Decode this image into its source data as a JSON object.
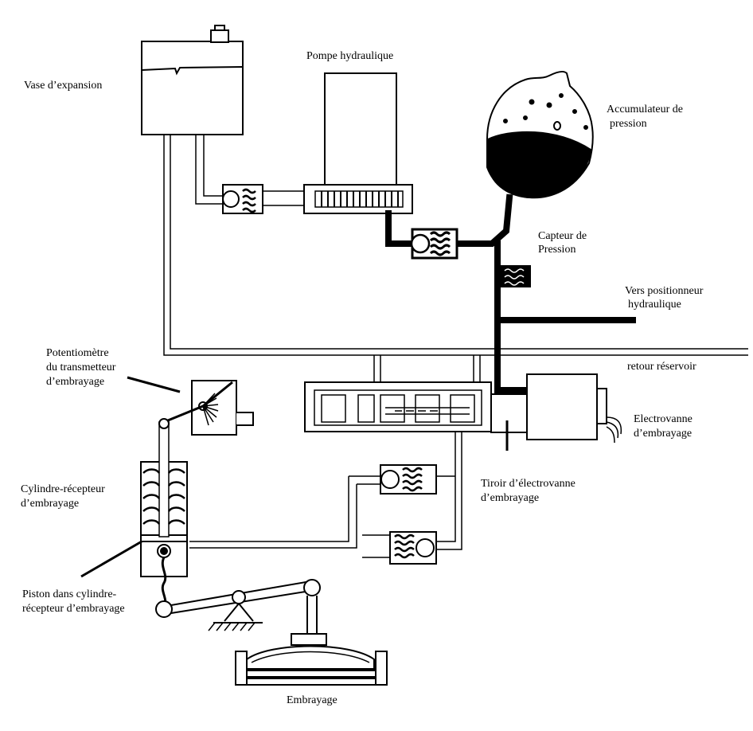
{
  "labels": {
    "vase_expansion": "Vase d’expansion",
    "pompe": "Pompe hydraulique",
    "accumulateur_1": "Accumulateur de",
    "accumulateur_2": "pression",
    "capteur_1": "Capteur de",
    "capteur_2": "Pression",
    "positionneur_1": "Vers positionneur",
    "positionneur_2": "hydraulique",
    "retour": "retour réservoir",
    "electrovanne_1": "Electrovanne",
    "electrovanne_2": "d’embrayage",
    "potentiometre_1": "Potentiomètre",
    "potentiometre_2": "du transmetteur",
    "potentiometre_3": "d’embrayage",
    "cylindre_1": "Cylindre-récepteur",
    "cylindre_2": "d’embrayage",
    "tiroir_1": "Tiroir d’électrovanne",
    "tiroir_2": "d’embrayage",
    "piston_1": "Piston dans cylindre-",
    "piston_2": "récepteur d’embrayage",
    "embrayage": "Embrayage"
  }
}
